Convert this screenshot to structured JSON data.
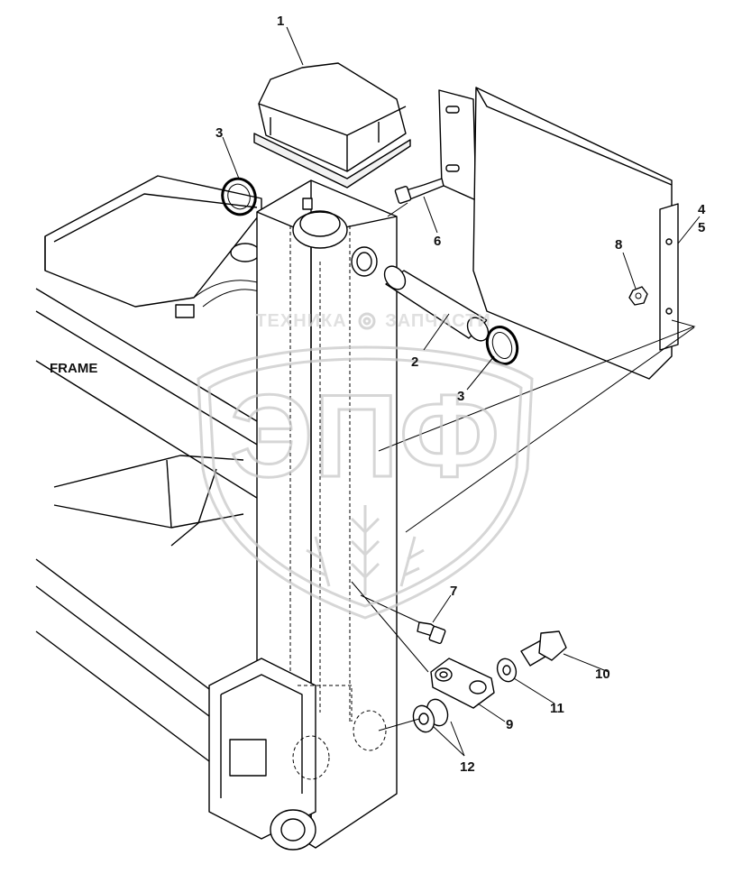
{
  "labels": {
    "frame": "FRAME",
    "callouts": [
      "1",
      "2",
      "3",
      "3",
      "4",
      "5",
      "6",
      "7",
      "8",
      "9",
      "10",
      "11",
      "12"
    ]
  },
  "watermark": {
    "left_word": "ТЕХНИКА",
    "right_word": "ЗАПЧАСТИ",
    "letters": "ЭПФ"
  },
  "colors": {
    "line": "#000000",
    "watermark": "#c9c9c9",
    "background": "#ffffff"
  }
}
